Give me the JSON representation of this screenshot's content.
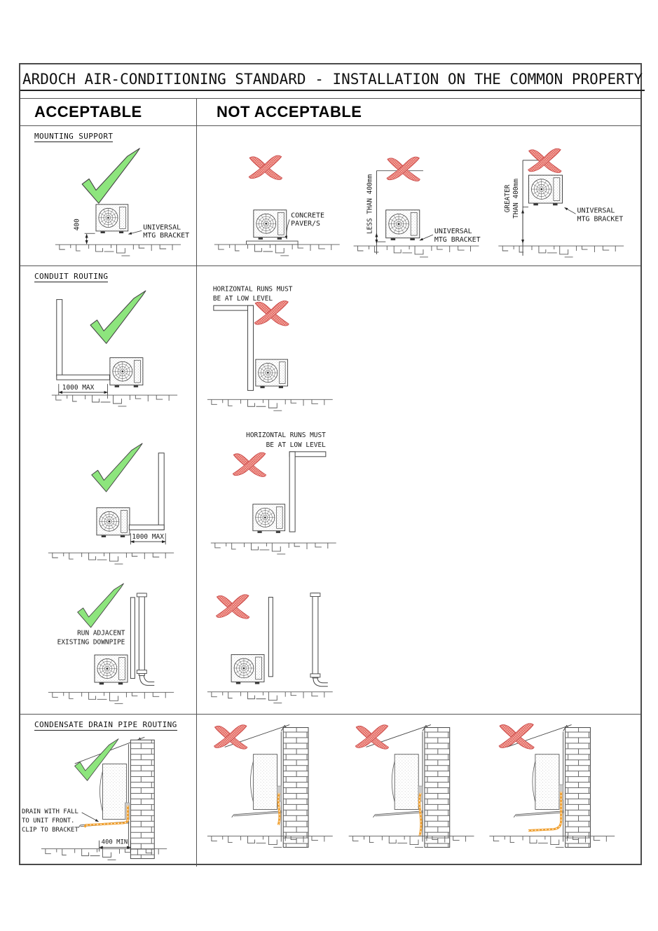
{
  "title": "ARDOCH AIR-CONDITIONING STANDARD - INSTALLATION ON THE COMMON PROPERTY",
  "header": {
    "acceptable": "ACCEPTABLE",
    "not_acceptable": "NOT ACCEPTABLE"
  },
  "mounting": {
    "heading": "MOUNTING SUPPORT",
    "dim_400": "400",
    "universal_1": "UNIVERSAL",
    "universal_2": "MTG BRACKET",
    "concrete_1": "CONCRETE",
    "concrete_2": "PAVER/S",
    "less_than": "LESS THAN 400mm",
    "greater_1": "GREATER",
    "greater_2": "THAN 400mm"
  },
  "conduit": {
    "heading": "CONDUIT ROUTING",
    "dim_1000": "1000 MAX",
    "horiz_1": "HORIZONTAL RUNS MUST",
    "horiz_2": "BE AT LOW LEVEL",
    "adjacent_1": "RUN ADJACENT",
    "adjacent_2": "EXISTING DOWNPIPE"
  },
  "condensate": {
    "heading": "CONDENSATE DRAIN PIPE ROUTING",
    "drain_1": "DRAIN WITH FALL",
    "drain_2": "TO UNIT FRONT.",
    "drain_3": "CLIP TO BRACKET",
    "dim_400min": "400 MIN"
  },
  "colors": {
    "check_green": "#8de57d",
    "cross_red": "#d8453c",
    "cross_red_light": "#f2a49e",
    "drain_orange": "#f0a030"
  }
}
